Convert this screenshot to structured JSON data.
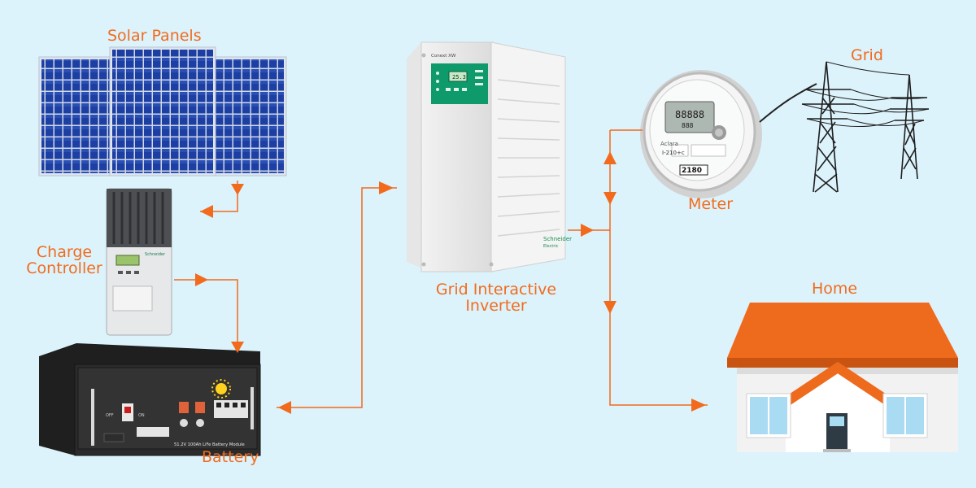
{
  "labels": {
    "solar_panels": "Solar Panels",
    "charge_controller_line1": "Charge",
    "charge_controller_line2": "Controller",
    "battery": "Battery",
    "inverter_line1": "Grid Interactive",
    "inverter_line2": "Inverter",
    "meter": "Meter",
    "grid": "Grid",
    "home": "Home"
  },
  "device_text": {
    "inverter_brand": "Conext XW",
    "schneider": "Schneider",
    "schneider_sub": "Electric",
    "inverter_display": "25.3",
    "controller_brand": "Schneider",
    "meter_display": "88888",
    "meter_display_small": "888",
    "meter_brand": "Aclara",
    "meter_model": "I-210+c",
    "meter_reading": "2180",
    "battery_label": "51.2V 100Ah LiFe Battery Module",
    "battery_off": "OFF",
    "battery_on": "ON"
  },
  "colors": {
    "background": "#dcf3fb",
    "accent": "#f26b1d",
    "roof": "#ee6a1c",
    "panel_cell": "#1d3fa3",
    "inverter_panel": "#0e9a6a",
    "battery_body": "#2b2b2b"
  }
}
